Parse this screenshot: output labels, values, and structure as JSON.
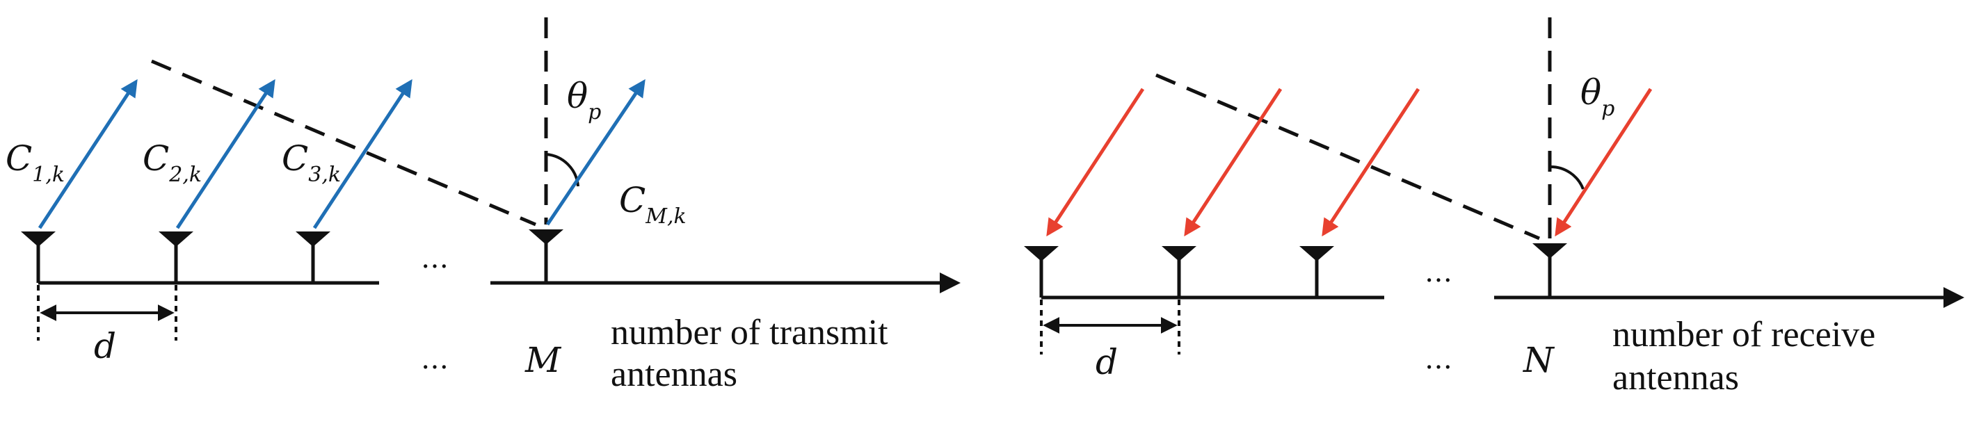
{
  "colors": {
    "transmit": "#1f6fb5",
    "receive": "#e8402f",
    "ink": "#111111"
  },
  "transmit_panel": {
    "labels": {
      "c1_main": "C",
      "c1_sub": "1,k",
      "c2_main": "C",
      "c2_sub": "2,k",
      "c3_main": "C",
      "c3_sub": "3,k",
      "cm_main": "C",
      "cm_sub": "M,k",
      "theta_main": "θ",
      "theta_sub": "p",
      "spacing": "d",
      "dots_upper": "…",
      "dots_lower": "…",
      "index": "M",
      "axis_line1": "number of transmit",
      "axis_line2": "antennas"
    }
  },
  "receive_panel": {
    "labels": {
      "theta_main": "θ",
      "theta_sub": "p",
      "spacing": "d",
      "dots_upper": "…",
      "dots_lower": "…",
      "index": "N",
      "axis_line1": "number of receive",
      "axis_line2": "antennas"
    }
  }
}
